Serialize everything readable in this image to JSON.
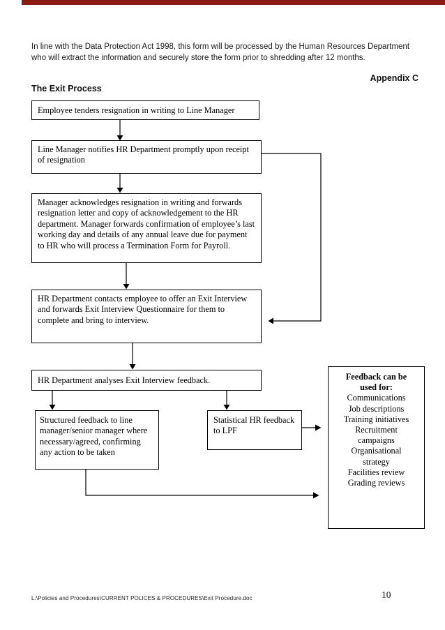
{
  "accent": {
    "top_bar_color": "#8e1a14"
  },
  "header": {
    "intro": "In line with the Data Protection Act 1998, this form will be processed by the Human Resources Department who will extract the information and securely store the form prior to shredding after 12 months.",
    "appendix_label": "Appendix C",
    "title": "The Exit Process"
  },
  "flowchart": {
    "boxes": [
      {
        "text": "Employee tenders resignation in writing to Line Manager"
      },
      {
        "text": "Line Manager notifies HR Department promptly upon receipt of resignation"
      },
      {
        "text": "Manager acknowledges resignation in writing and forwards resignation letter and copy of acknowledgement to the HR department.  Manager forwards confirmation of employee’s last working day and details of any annual leave due for payment to HR who will process a Termination Form for Payroll."
      },
      {
        "text": "HR Department contacts employee to offer an Exit Interview and forwards Exit Interview Questionnaire for them to complete and bring to interview."
      },
      {
        "text": "HR Department analyses Exit Interview feedback."
      },
      {
        "text": "Structured feedback to line manager/senior manager where necessary/agreed, confirming any action to be taken"
      },
      {
        "text": "Statistical HR feedback to LPF"
      },
      {
        "title": "Feedback can be used for:",
        "items": [
          "Communications",
          "Job descriptions",
          "Training initiatives",
          "Recruitment campaigns",
          "Organisational strategy",
          "Facilities review",
          "Grading reviews"
        ]
      }
    ]
  },
  "footer": {
    "file_path": "L:\\Policies and Procedures\\CURRENT POLICES & PROCEDURES\\Exit Procedure.doc",
    "page_number": "10"
  }
}
